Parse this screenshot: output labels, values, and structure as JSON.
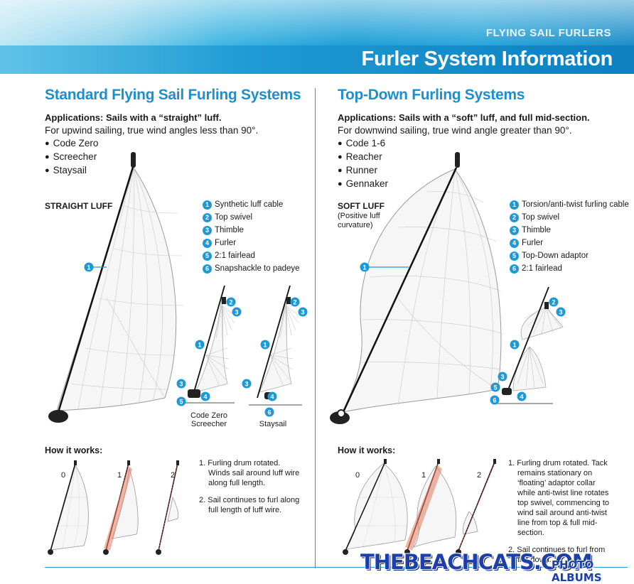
{
  "header": {
    "kicker": "FLYING SAIL FURLERS",
    "title": "Furler System Information"
  },
  "left": {
    "heading": "Standard Flying Sail Furling Systems",
    "applications": "Applications: Sails with a “straight” luff.",
    "description": "For upwind sailing, true wind angles less than 90°.",
    "bullets": [
      "Code Zero",
      "Screecher",
      "Staysail"
    ],
    "diagram_label": "STRAIGHT LUFF",
    "legend": [
      {
        "n": "1",
        "text": "Synthetic luff cable"
      },
      {
        "n": "2",
        "text": "Top swivel"
      },
      {
        "n": "3",
        "text": "Thimble"
      },
      {
        "n": "4",
        "text": "Furler"
      },
      {
        "n": "5",
        "text": "2:1 fairlead"
      },
      {
        "n": "6",
        "text": "Snapshackle to padeye"
      }
    ],
    "captions": [
      [
        "Code Zero",
        "Screecher"
      ],
      [
        "Staysail"
      ]
    ],
    "how_title": "How it works:",
    "stages": [
      "0",
      "1",
      "2"
    ],
    "steps": [
      "1. Furling drum rotated. Winds sail around luff wire along full length.",
      "2. Sail continues to furl along full length of luff wire."
    ]
  },
  "right": {
    "heading": "Top-Down Furling Systems",
    "applications": "Applications: Sails with a “soft” luff, and full mid-section.",
    "description": "For downwind sailing, true wind angle greater than 90°.",
    "bullets": [
      "Code 1-6",
      "Reacher",
      "Runner",
      "Gennaker"
    ],
    "diagram_label": "SOFT LUFF",
    "diagram_sub": [
      "(Positive luff",
      "curvature)"
    ],
    "legend": [
      {
        "n": "1",
        "text": "Torsion/anti-twist furling cable"
      },
      {
        "n": "2",
        "text": "Top swivel"
      },
      {
        "n": "3",
        "text": "Thimble"
      },
      {
        "n": "4",
        "text": "Furler"
      },
      {
        "n": "5",
        "text": "Top-Down adaptor"
      },
      {
        "n": "6",
        "text": "2:1 fairlead"
      }
    ],
    "how_title": "How it works:",
    "stages": [
      "0",
      "1",
      "2"
    ],
    "steps": [
      "1. Furling drum rotated. Tack remains stationary on ‘floating’ adaptor collar while anti-twist line rotates top swivel, commencing to wind sail around anti-twist line from top & full mid-section.",
      "2. Sail continues to furl from top down."
    ]
  },
  "watermark": {
    "main": "THEBEACHCATS.COM",
    "sub": "PHOTO ALBUMS"
  },
  "colors": {
    "accent": "#1d9ad6",
    "heading": "#1d8fcc",
    "furl": "#c0392b"
  }
}
